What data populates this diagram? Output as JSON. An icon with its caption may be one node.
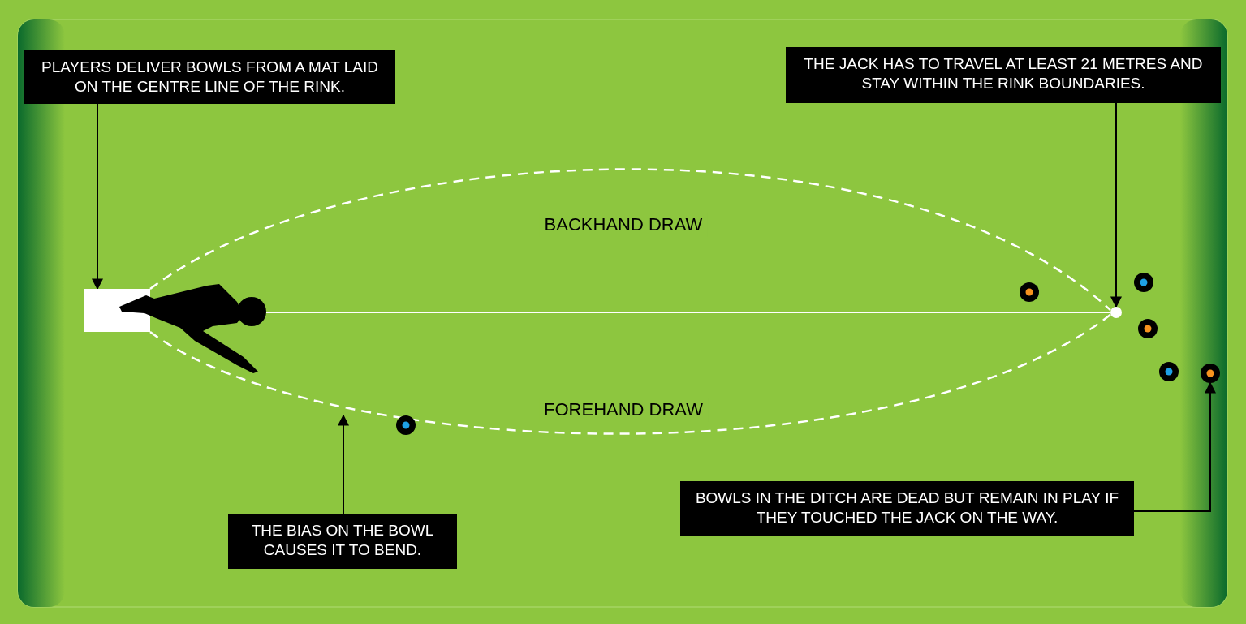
{
  "diagram": {
    "nodes": [
      {
        "text": [
          "PLAYERS DELIVER BOWLS FROM A MAT LAID ON THE CENTRE LINE OF THE RINK."
        ]
      },
      {
        "text": [
          "THE JACK HAS TO TRAVEL AT LEAST 21 METRES AND STAY WITHIN THE RINK BOUNDARIES."
        ]
      },
      {
        "text": [],
        "shape": "box"
      },
      {
        "text": [],
        "shape": "person"
      },
      {
        "text": [],
        "shape": "circle"
      },
      {
        "text": [],
        "shape": "circle"
      },
      {
        "text": [],
        "shape": "circle"
      },
      {
        "text": [],
        "shape": "circle"
      },
      {
        "text": [],
        "shape": "circle"
      },
      {
        "text": [],
        "shape": "circle"
      },
      {
        "text": [],
        "shape": "circle"
      },
      {
        "text": [
          "THE BIAS ON THE BOWL CAUSES IT TO BEND."
        ]
      },
      {
        "text": [
          "BOWLS IN THE DITCH ARE DEAD BUT REMAIN IN PLAY IF THEY TOUCHED THE JACK ON THE WAY."
        ]
      }
    ],
    "edges": [
      {
        "from": 0,
        "to": 2,
        "arrow": "to"
      },
      {
        "from": 1,
        "to": 6,
        "arrow": "to"
      },
      {
        "from": 2,
        "to": 6,
        "arrow": "none",
        "label": "BACKHAND DRAW",
        "style": "dashed",
        "color": "#ffffff"
      },
      {
        "from": 2,
        "to": 6,
        "arrow": "none",
        "label": "FOREHAND DRAW",
        "style": "dashed",
        "color": "#ffffff"
      },
      {
        "from": 3,
        "to": 6,
        "arrow": "none",
        "color": "#ffffff"
      },
      {
        "from": 11,
        "to": null,
        "arrow": "to"
      },
      {
        "from": 12,
        "to": 10,
        "arrow": "to"
      }
    ]
  }
}
